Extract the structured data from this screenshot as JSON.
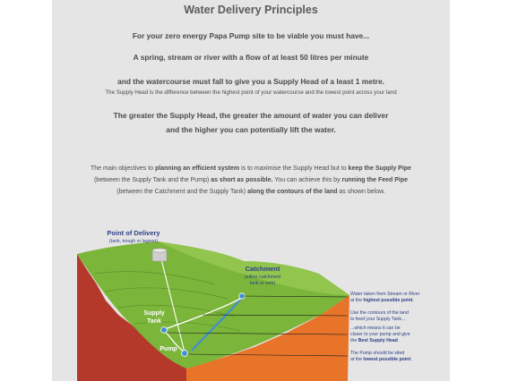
{
  "header": {
    "title": "Water Delivery Principles",
    "line1": "For your zero energy Papa Pump site to be viable you must have...",
    "line2": "A spring, stream or river with a flow of at least 50 litres per minute",
    "line3": "and the watercourse must fall to give you a Supply Head of a least 1 metre.",
    "line4": "The Supply Head is the difference between the highest point of your watercourse and the lowest point across your land",
    "line5": "The greater the Supply Head, the greater the amount of water you can deliver",
    "line6": "and the higher you can potentially lift the water."
  },
  "paragraph": {
    "p1": "The main objectives to ",
    "b1": "planning an efficient system",
    "p2": " is to maximise the Supply Head but to ",
    "b2": "keep the Supply Pipe",
    "p3": "(between the Supply Tank and the Pump) ",
    "b3": "as short as possible.",
    "p4": "  You can achieve this by ",
    "b4": "running the Feed Pipe",
    "p5": "(between the Catchment and the Supply Tank) ",
    "b5": "along the contours of the land",
    "p6": " as shown below."
  },
  "diagram": {
    "point_of_delivery": "Point of Delivery",
    "point_of_delivery_sub": "(tank, trough or lagoon)",
    "catchment": "Catchment",
    "catchment_sub1": "(either catchment",
    "catchment_sub2": "tank or weir)",
    "supply": "Supply",
    "tank": "Tank",
    "pump": "Pump",
    "ann1_a": "Water taken from Stream or River",
    "ann1_b": "at the ",
    "ann1_c": "highest possible point",
    "ann1_d": ".",
    "ann2_a": "Use the contours of the land",
    "ann2_b": "to feed your Supply Tank...",
    "ann3_a": "...which means it can be",
    "ann3_b": "closer to your pump and give",
    "ann3_c": "the ",
    "ann3_d": "Best Supply Head",
    "ann3_e": ".",
    "ann4_a": "The Pump should be sited",
    "ann4_b": "at the ",
    "ann4_c": "lowest possible point",
    "ann4_d": "."
  },
  "colors": {
    "text": "#4a4a4a",
    "label_blue": "#2b3f86",
    "water": "#3f8fd2",
    "grass": "#7bb53a",
    "soil_red": "#b5392b",
    "soil_orange": "#e8742a"
  }
}
